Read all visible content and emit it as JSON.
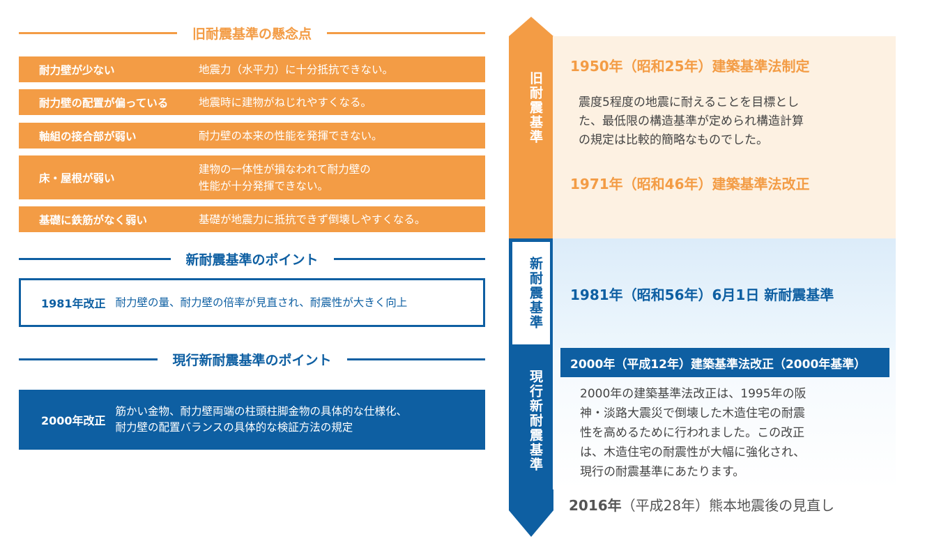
{
  "old_issues": {
    "heading": "旧耐震基準の懸念点",
    "rows": [
      {
        "label": "耐力壁が少ない",
        "text": "地震力（水平力）に十分抵抗できない。"
      },
      {
        "label": "耐力壁の配置が偏っている",
        "text": "地震時に建物がねじれやすくなる。"
      },
      {
        "label": "軸組の接合部が弱い",
        "text": "耐力壁の本来の性能を発揮できない。"
      },
      {
        "label": "床・屋根が弱い",
        "text": "建物の一体性が損なわれて耐力壁の\n性能が十分発揮できない。"
      },
      {
        "label": "基礎に鉄筋がなく弱い",
        "text": "基礎が地震力に抵抗できず倒壊しやすくなる。"
      }
    ]
  },
  "new_points": {
    "heading": "新耐震基準のポイント",
    "label": "1981年改正",
    "text": "耐力壁の量、耐力壁の倍率が見直され、耐震性が大きく向上"
  },
  "current_points": {
    "heading": "現行新耐震基準のポイント",
    "label": "2000年改正",
    "text": "筋かい金物、耐力壁両端の柱頭柱脚金物の具体的な仕様化、\n耐力壁の配置バランスの具体的な検証方法の規定"
  },
  "timeline": {
    "old_label": "旧耐震基準",
    "new_label": "新耐震基準",
    "current_label": "現行新耐震基準"
  },
  "panels": {
    "y1950_title": "1950年（昭和25年）建築基準法制定",
    "y1950_body": "震度5程度の地震に耐えることを目標とし\nた、最低限の構造基準が定められ構造計算\nの規定は比較的簡略なものでした。",
    "y1971_title": "1971年（昭和46年）建築基準法改正",
    "y1981_title": "1981年（昭和56年）6月1日 新耐震基準",
    "y2000_title": "2000年（平成12年）建築基準法改正（2000年基準）",
    "y2000_body": "2000年の建築基準法改正は、1995年の阪\n神・淡路大震災で倒壊した木造住宅の耐震\n性を高めるために行われました。この改正\nは、木造住宅の耐震性が大幅に強化され、\n現行の耐震基準にあたります。",
    "y2016_year": "2016年",
    "y2016_rest": "（平成28年）熊本地震後の見直し"
  },
  "colors": {
    "orange": "#f39c45",
    "blue": "#0e5fa2",
    "old_bg": "#fdf1e2",
    "new_bg": "#e3f2fb"
  }
}
